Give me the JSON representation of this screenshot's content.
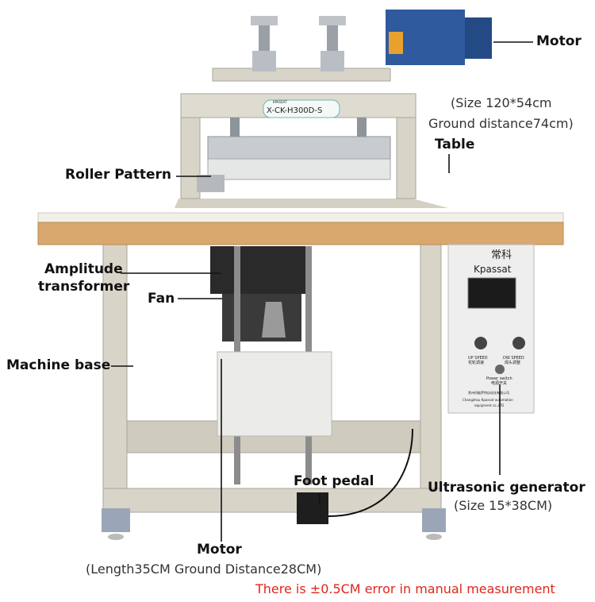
{
  "labels": {
    "motor_top": "Motor",
    "size_line1": "(Size 120*54cm",
    "size_line2": "Ground distance74cm)",
    "table": "Table",
    "roller_pattern": "Roller Pattern",
    "amplitude_line1": "Amplitude",
    "amplitude_line2": "transformer",
    "fan": "Fan",
    "machine_base": "Machine base",
    "foot_pedal": "Foot pedal",
    "ultrasonic": "Ultrasonic generator",
    "ultrasonic_size": "(Size 15*38CM)",
    "motor_bottom": "Motor",
    "motor_bottom_size": "(Length35CM  Ground Distance28CM)",
    "error_note": "There is ±0.5CM error in manual measurement"
  },
  "machine": {
    "model_plate": "X-CK-H300D-S",
    "brand_logo": "KPASSAT"
  },
  "generator_panel": {
    "brand_cn": "常科",
    "brand_en": "Kpassat",
    "up_speed": "UP SPEED",
    "up_speed_cn": "花轮调速",
    "dw_speed": "DW SPEED",
    "dw_speed_cn": "焊头调整",
    "power_switch": "Power switch",
    "power_switch_cn": "电源开关",
    "company_cn": "常州科能萨特自动化有限公司",
    "company_en_1": "Changzhou Kpassat automation",
    "company_en_2": "equipment co.,LTD"
  },
  "colors": {
    "table_top": "#d9a86f",
    "frame": "#d8d4c8",
    "warning_red": "#e0261b",
    "motor_blue": "#2f5a9e"
  }
}
